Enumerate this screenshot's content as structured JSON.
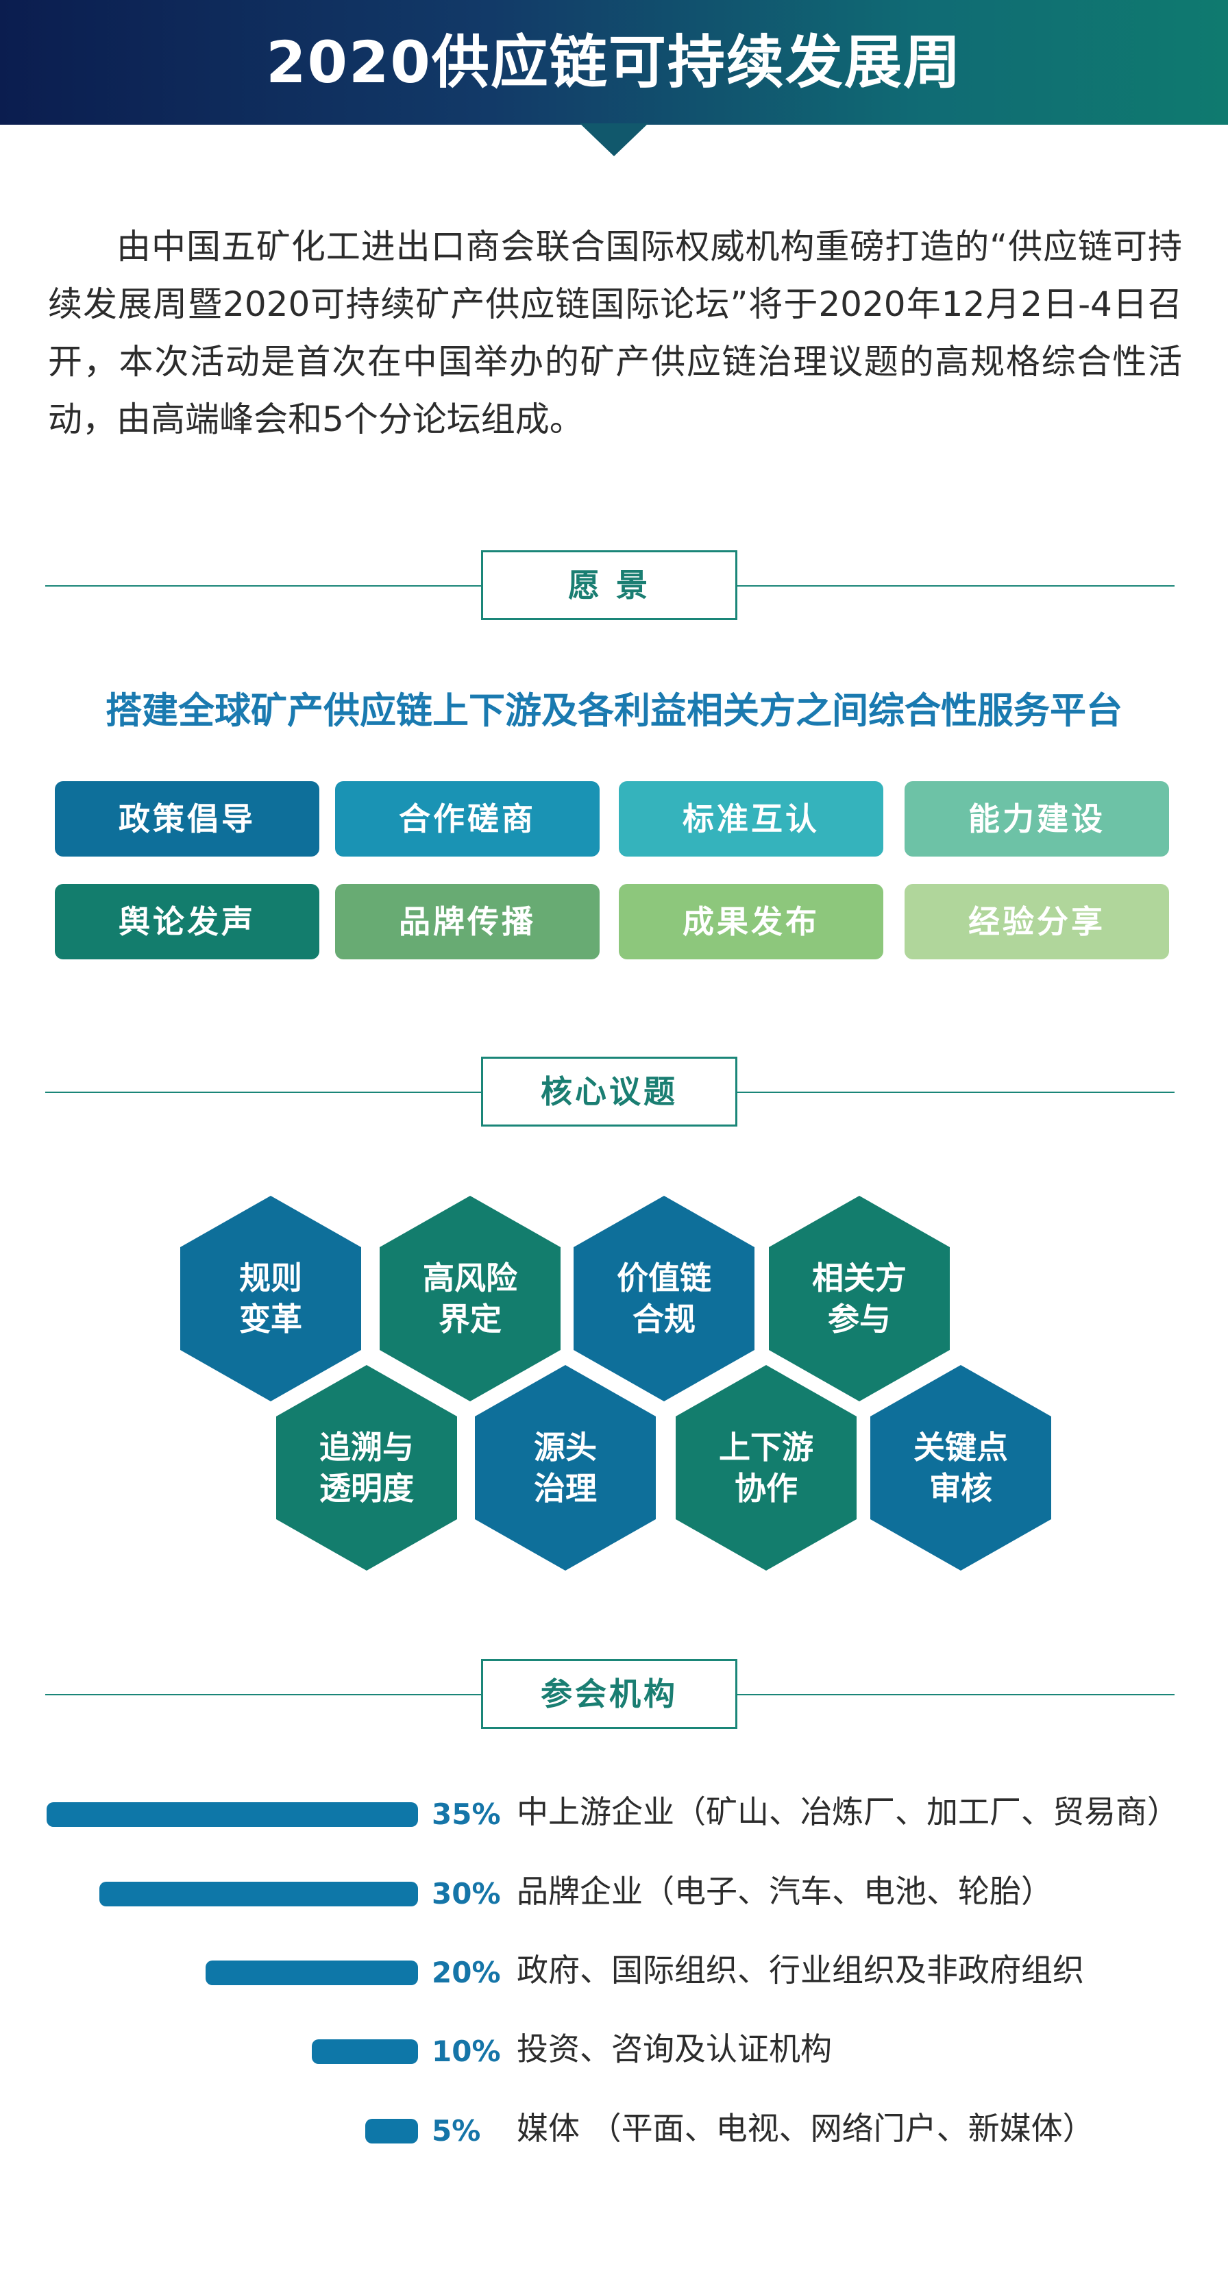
{
  "header": {
    "title": "2020供应链可持续发展周"
  },
  "intro": "由中国五矿化工进出口商会联合国际权威机构重磅打造的“供应链可持续发展周暨2020可持续矿产供应链国际论坛”将于2020年12月2日-4日召开，本次活动是首次在中国举办的矿产供应链治理议题的高规格综合性活动，由高端峰会和5个分论坛组成。",
  "vision": {
    "heading": "愿 景",
    "slogan": "搭建全球矿产供应链上下游及各利益相关方之间综合性服务平台",
    "tiles": [
      {
        "label": "政策倡导",
        "color": "#0e6f9a"
      },
      {
        "label": "合作磋商",
        "color": "#1a93b4"
      },
      {
        "label": "标准互认",
        "color": "#35b3bc"
      },
      {
        "label": "能力建设",
        "color": "#6dc2a6"
      },
      {
        "label": "舆论发声",
        "color": "#137d6d"
      },
      {
        "label": "品牌传播",
        "color": "#68ab73"
      },
      {
        "label": "成果发布",
        "color": "#8dc77c"
      },
      {
        "label": "经验分享",
        "color": "#b0d69b"
      }
    ]
  },
  "topics": {
    "heading": "核心议题",
    "items": [
      {
        "line1": "规则",
        "line2": "变革",
        "color": "blue"
      },
      {
        "line1": "高风险",
        "line2": "界定",
        "color": "green"
      },
      {
        "line1": "价值链",
        "line2": "合规",
        "color": "blue"
      },
      {
        "line1": "相关方",
        "line2": "参与",
        "color": "green"
      },
      {
        "line1": "追溯与",
        "line2": "透明度",
        "color": "green"
      },
      {
        "line1": "源头",
        "line2": "治理",
        "color": "blue"
      },
      {
        "line1": "上下游",
        "line2": "协作",
        "color": "green"
      },
      {
        "line1": "关键点",
        "line2": "审核",
        "color": "blue"
      }
    ]
  },
  "participants": {
    "heading": "参会机构",
    "rows": [
      {
        "percent": "35%",
        "value": 35,
        "label": "中上游企业（矿山、冶炼厂、加工厂、贸易商）"
      },
      {
        "percent": "30%",
        "value": 30,
        "label": "品牌企业（电子、汽车、电池、轮胎）"
      },
      {
        "percent": "20%",
        "value": 20,
        "label": "政府、国际组织、行业组织及非政府组织"
      },
      {
        "percent": "10%",
        "value": 10,
        "label": "投资、咨询及认证机构"
      },
      {
        "percent": "5%",
        "value": 5,
        "label": "媒体 （平面、电视、网络门户、新媒体）"
      }
    ]
  }
}
